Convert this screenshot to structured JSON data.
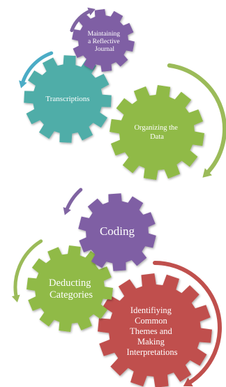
{
  "diagram": {
    "top_cluster": {
      "reflective_journal": {
        "lines": [
          "Maintaining",
          "a Reflective",
          "Journal"
        ],
        "color": "#7f5fa4"
      },
      "transcriptions": {
        "lines": [
          "Transcriptions"
        ],
        "color": "#4fada8"
      },
      "organizing_data": {
        "lines": [
          "Organizing the",
          "Data"
        ],
        "color": "#90ba46"
      }
    },
    "bottom_cluster": {
      "coding": {
        "lines": [
          "Coding"
        ],
        "color": "#7f5fa4"
      },
      "deducting_categories": {
        "lines": [
          "Deducting",
          "Categories"
        ],
        "color": "#90ba46"
      },
      "identifying_themes": {
        "lines": [
          "Identifiying",
          "Common",
          "Themes and",
          "Making",
          "Interpretations"
        ],
        "color": "#c0504d"
      }
    },
    "arrow_colors": {
      "purple": "#8064a2",
      "teal": "#4bacc6",
      "green": "#9bbb59",
      "red": "#c0504d"
    }
  }
}
